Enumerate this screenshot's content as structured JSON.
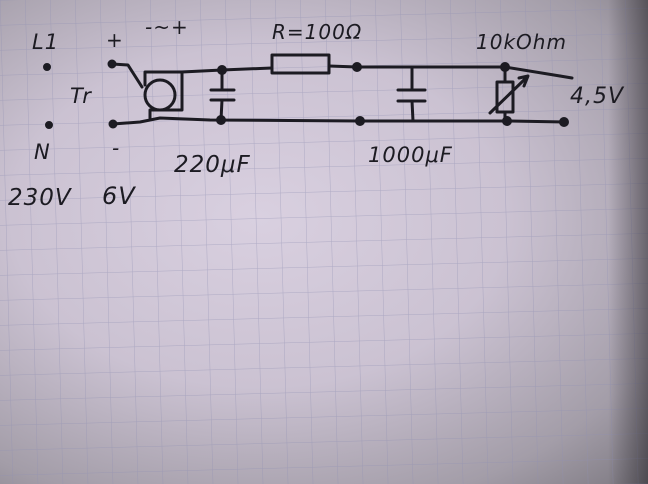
{
  "labels": {
    "phase": "L1",
    "neutral": "N",
    "mains_voltage": "230V",
    "transformer": "Tr",
    "plus": "+",
    "minus": "-",
    "secondary_voltage": "6V",
    "rectifier": "-~+",
    "resistor": "R=100Ω",
    "potentiometer": "10kOhm",
    "output": "4,5V",
    "cap1": "220μF",
    "cap2": "1000μF"
  },
  "colors": {
    "ink": "#1c1b22",
    "paper": "#d4cbd9",
    "grid": "#8f8fb3"
  }
}
